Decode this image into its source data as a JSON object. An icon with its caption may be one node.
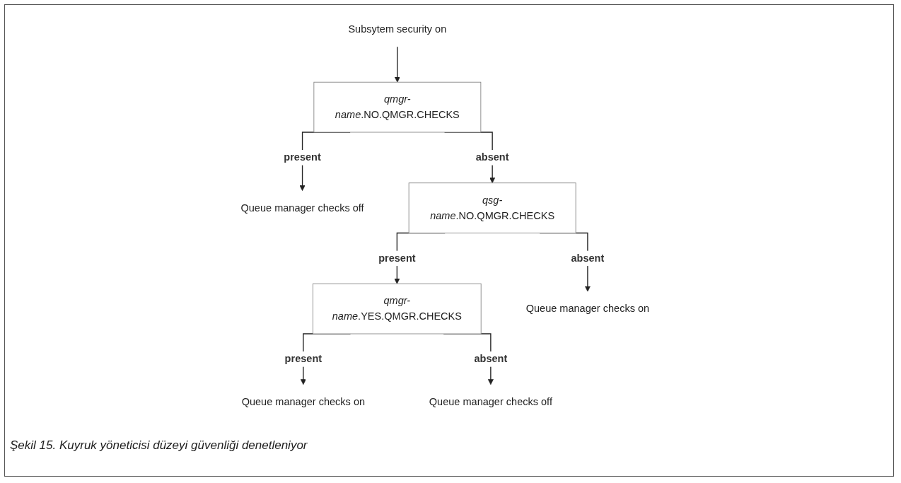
{
  "diagram": {
    "caption": "Şekil 15. Kuyruk yöneticisi düzeyi güvenliği denetleniyor",
    "nodes": [
      {
        "text": [
          "Subsytem security on"
        ]
      },
      {
        "text": [
          "*qmgr-name*.NO.QMGR.CHECKS"
        ]
      },
      {
        "text": [
          "Queue manager checks off"
        ]
      },
      {
        "text": [
          "*qsg-name*.NO.QMGR.CHECKS"
        ]
      },
      {
        "text": [
          "*qmgr-name*.YES.QMGR.CHECKS"
        ]
      },
      {
        "text": [
          "Queue manager checks on"
        ]
      },
      {
        "text": [
          "Queue manager checks on"
        ]
      },
      {
        "text": [
          "Queue manager checks off"
        ]
      }
    ],
    "edges": [
      {
        "from": 0,
        "to": 1,
        "arrow": "to"
      },
      {
        "from": 1,
        "to": 2,
        "arrow": "to",
        "label": "present"
      },
      {
        "from": 1,
        "to": 3,
        "arrow": "to",
        "label": "absent"
      },
      {
        "from": 3,
        "to": 4,
        "arrow": "to",
        "label": "present"
      },
      {
        "from": 3,
        "to": 5,
        "arrow": "to",
        "label": "absent"
      },
      {
        "from": 4,
        "to": 6,
        "arrow": "to",
        "label": "present"
      },
      {
        "from": 4,
        "to": 7,
        "arrow": "to",
        "label": "absent"
      }
    ]
  }
}
